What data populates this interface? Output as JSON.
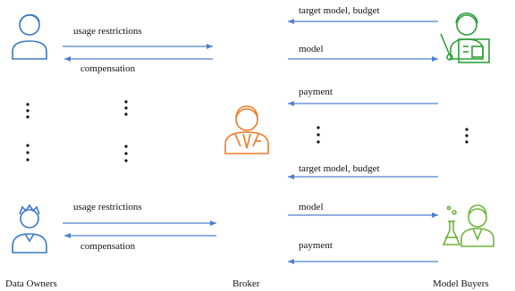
{
  "actors": {
    "data_owners": "Data Owners",
    "broker": "Broker",
    "model_buyers": "Model Buyers"
  },
  "flows": {
    "owner_top_to_broker": "usage restrictions",
    "broker_to_owner_top": "compensation",
    "owner_bottom_to_broker": "usage restrictions",
    "broker_to_owner_bottom": "compensation",
    "buyer_top_request": "target model, budget",
    "broker_to_buyer_top": "model",
    "buyer_top_payment": "payment",
    "buyer_bottom_request": "target model, budget",
    "broker_to_buyer_bottom": "model",
    "buyer_bottom_payment": "payment"
  },
  "ellipsis": "⋮",
  "colors": {
    "owner_icon": "#3a78c2",
    "broker_icon": "#f07a28",
    "buyer_top_icon": "#2e9e3a",
    "buyer_bottom_icon": "#6fb43a",
    "arrow": "#4f7fcf"
  },
  "icons": [
    "person-icon",
    "broker-icon",
    "teacher-icon",
    "scientist-icon"
  ]
}
